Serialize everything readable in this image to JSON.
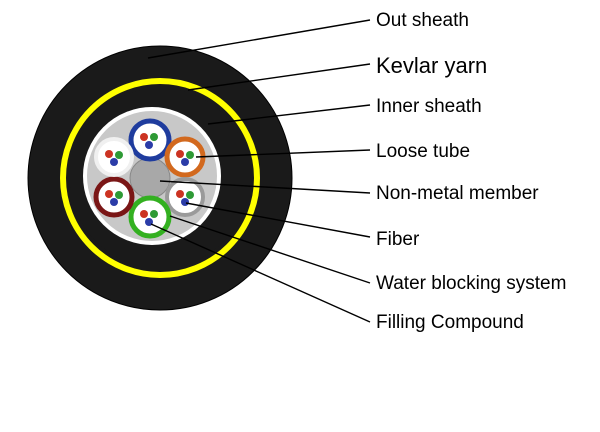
{
  "labels": {
    "out_sheath": "Out sheath",
    "kevlar_yarn": "Kevlar yarn",
    "inner_sheath": "Inner sheath",
    "loose_tube": "Loose tube",
    "non_metal_member": "Non-metal member",
    "fiber": "Fiber",
    "water_blocking_system": "Water blocking system",
    "filling_compound": "Filling Compound"
  },
  "colors": {
    "out_sheath": "#1a1a1a",
    "kevlar_yarn": "#ffff00",
    "inner_sheath": "#1a1a1a",
    "core_fill": "#c8c8c8",
    "tube_face": "#ffffff",
    "tube_blue": "#1f3c9e",
    "tube_orange": "#d2691e",
    "tube_grey": "#9a9a9a",
    "tube_green": "#33b020",
    "tube_brown": "#7a1616",
    "tube_white": "#f0f0f0",
    "member": "#a8a8a8",
    "fiber_red": "#cc3322",
    "fiber_green": "#2e9a35",
    "fiber_blue": "#2b3ca8"
  }
}
